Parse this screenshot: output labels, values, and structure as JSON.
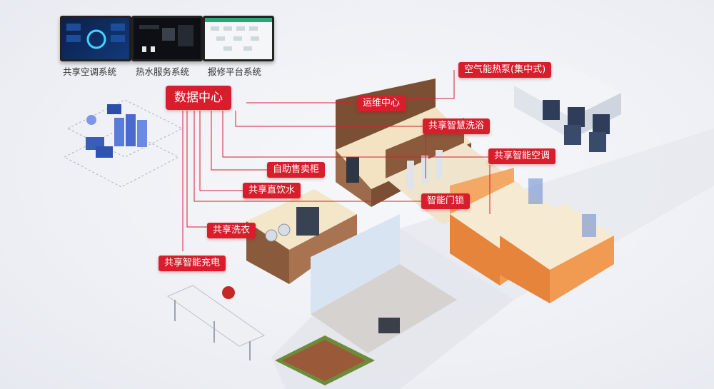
{
  "monitors": {
    "items": [
      {
        "caption": "共享空调系统"
      },
      {
        "caption": "热水服务系统"
      },
      {
        "caption": "报修平台系统"
      }
    ]
  },
  "hub": {
    "label": "数据中心"
  },
  "services": [
    {
      "label": "运维中心"
    },
    {
      "label": "空气能热泵(集中式)"
    },
    {
      "label": "共享智慧洗浴"
    },
    {
      "label": "共享智能空调"
    },
    {
      "label": "自助售卖柜"
    },
    {
      "label": "共享直饮水"
    },
    {
      "label": "智能门锁"
    },
    {
      "label": "共享洗衣"
    },
    {
      "label": "共享智能充电"
    }
  ],
  "colors": {
    "accent": "#d81e2c",
    "connector": "#d81e2c",
    "floor": "#f4e7c8",
    "wall": "#8a5a3c",
    "orange_wall": "#f0a055"
  }
}
